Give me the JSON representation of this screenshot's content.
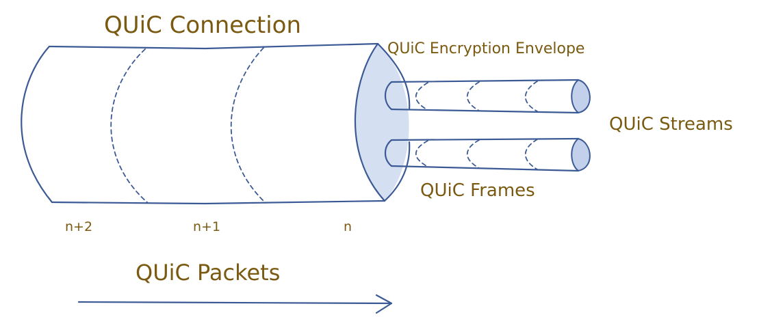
{
  "colors": {
    "line": "#3b5a95",
    "envelope_fill": "#d5dff2",
    "label_text": "#7a5a10"
  },
  "labels": {
    "connection": "QUiC Connection",
    "encryption_envelope": "QUiC Encryption Envelope",
    "streams": "QUiC Streams",
    "frames": "QUiC Frames",
    "packets": "QUiC Packets"
  },
  "packet_indices": [
    "n+2",
    "n+1",
    "n"
  ]
}
